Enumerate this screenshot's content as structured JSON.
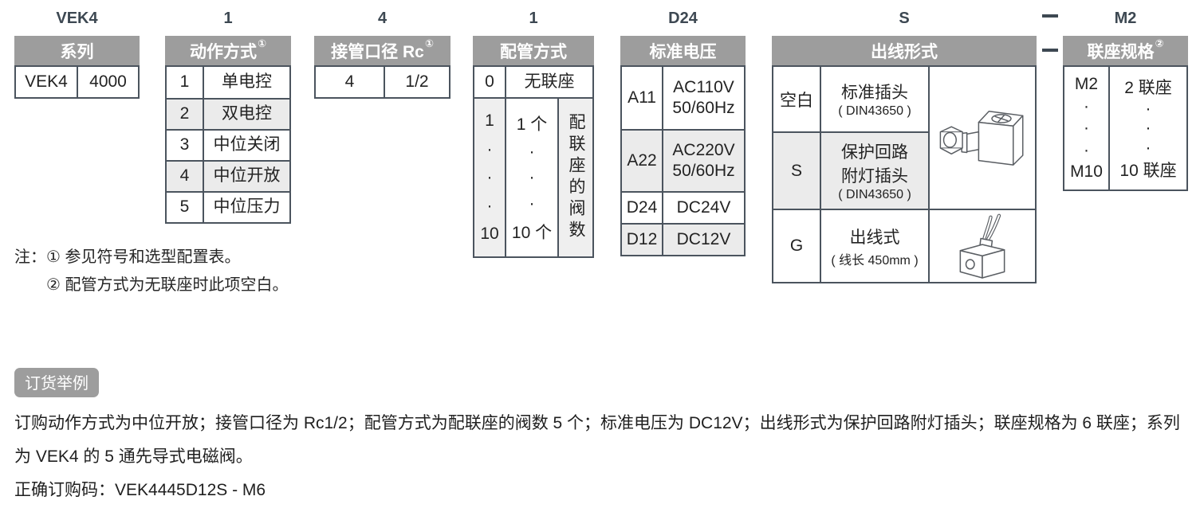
{
  "code": {
    "series": "VEK4",
    "action": "1",
    "port": "4",
    "piping": "1",
    "voltage": "D24",
    "outlet": "S",
    "separator": "-",
    "manifold": "M2"
  },
  "series": {
    "header": "系列",
    "code": "VEK4",
    "value": "4000"
  },
  "action": {
    "header": "动作方式",
    "sup": "①",
    "rows": [
      {
        "code": "1",
        "label": "单电控"
      },
      {
        "code": "2",
        "label": "双电控"
      },
      {
        "code": "3",
        "label": "中位关闭"
      },
      {
        "code": "4",
        "label": "中位开放"
      },
      {
        "code": "5",
        "label": "中位压力"
      }
    ]
  },
  "port": {
    "header": "接管口径 Rc",
    "sup": "①",
    "code": "4",
    "value": "1/2"
  },
  "piping": {
    "header": "配管方式",
    "none_code": "0",
    "none_label": "无联座",
    "codes": [
      "1",
      "·",
      "·",
      "·",
      "10"
    ],
    "counts": [
      "1 个",
      "·",
      "·",
      "·",
      "10 个"
    ],
    "vertical_note": "配联座的阀数"
  },
  "voltage": {
    "header": "标准电压",
    "rows": [
      {
        "code": "A11",
        "label": "AC110V\n50/60Hz"
      },
      {
        "code": "A22",
        "label": "AC220V\n50/60Hz"
      },
      {
        "code": "D24",
        "label": "DC24V"
      },
      {
        "code": "D12",
        "label": "DC12V"
      }
    ]
  },
  "outlet": {
    "header": "出线形式",
    "rows": [
      {
        "code": "空白",
        "label": "标准插头",
        "sub": "( DIN43650 )"
      },
      {
        "code": "S",
        "label": "保护回路\n附灯插头",
        "sub": "( DIN43650 )"
      },
      {
        "code": "G",
        "label": "出线式",
        "sub": "( 线长 450mm )"
      }
    ]
  },
  "manifold": {
    "header": "联座规格",
    "sup": "②",
    "codes": [
      "M2",
      "·",
      "·",
      "·",
      "M10"
    ],
    "values": [
      "2 联座",
      "·",
      "·",
      "·",
      "10 联座"
    ]
  },
  "notes": {
    "label": "注：",
    "items": [
      "① 参见符号和选型配置表。",
      "② 配管方式为无联座时此项空白。"
    ]
  },
  "example": {
    "badge": "订货举例",
    "body": "订购动作方式为中位开放；接管口径为 Rc1/2；配管方式为配联座的阀数 5 个；标准电压为 DC12V；出线形式为保护回路附灯插头；联座规格为 6 联座；系列为 VEK4 的 5 通先导式电磁阀。",
    "order_code": "正确订购码：VEK4445D12S - M6"
  },
  "colors": {
    "header_bg": "#9d9d9d",
    "border": "#4b545e",
    "alt_row": "#ebebeb",
    "code_label": "#3d4852"
  }
}
